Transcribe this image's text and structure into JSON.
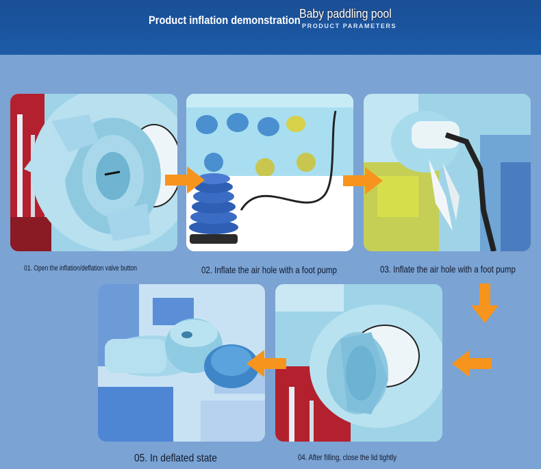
{
  "header": {
    "title": "Product inflation demonstration",
    "product_name": "Baby paddling pool",
    "product_sub": "PRODUCT PARAMETERS"
  },
  "steps": [
    {
      "caption": "01. Open the inflation/deflation valve button"
    },
    {
      "caption": "02. Inflate the air hole with a foot pump"
    },
    {
      "caption": "03. Inflate the air hole with a foot pump"
    },
    {
      "caption": "04. After filling, close the lid tightly"
    },
    {
      "caption": "05. In deflated state"
    }
  ],
  "colors": {
    "background": "#7ba3d3",
    "header": "#1c5aa6",
    "arrow": "#f7941d",
    "valve": "#a8d6ea"
  }
}
